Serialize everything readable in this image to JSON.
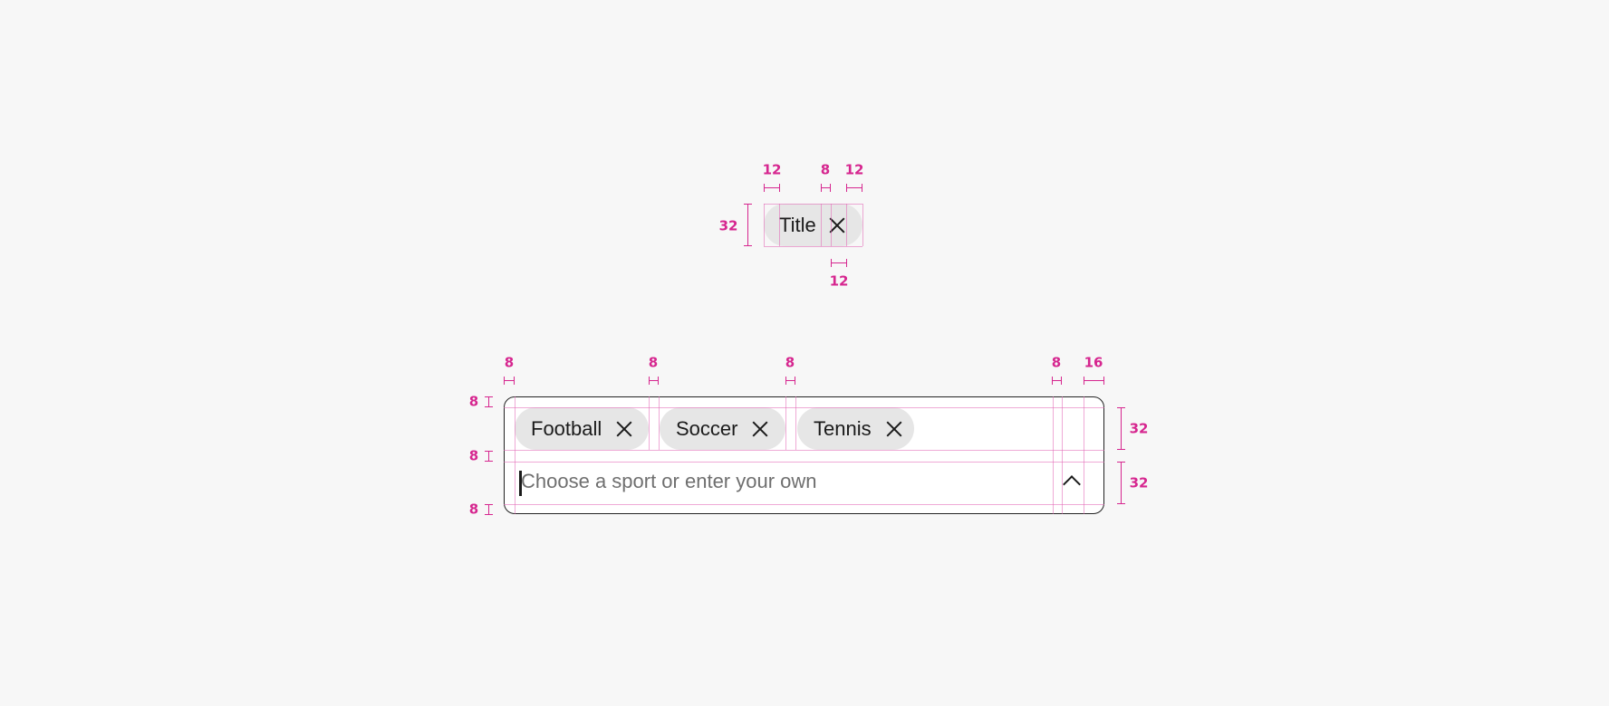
{
  "single_chip": {
    "label": "Title",
    "icon": "close-icon",
    "specs": {
      "height": "32",
      "padding_left": "12",
      "gap": "8",
      "padding_right": "12",
      "icon_size": "12"
    }
  },
  "multi_select": {
    "chips": [
      {
        "label": "Football",
        "icon": "close-icon"
      },
      {
        "label": "Soccer",
        "icon": "close-icon"
      },
      {
        "label": "Tennis",
        "icon": "close-icon"
      }
    ],
    "input": {
      "placeholder": "Choose a sport or enter your own",
      "trailing_icon": "chevron-up-icon"
    },
    "specs": {
      "left_padding": "8",
      "chip_gap_1": "8",
      "chip_gap_2": "8",
      "icon_gap": "8",
      "right_padding": "16",
      "top_padding": "8",
      "row_gap": "8",
      "bottom_padding": "8",
      "chip_row_height": "32",
      "input_row_height": "32"
    }
  },
  "colors": {
    "background": "#f7f7f7",
    "annotation": "#d6268f",
    "chip_bg": "#e6e6e6",
    "text": "#1b1b1b",
    "placeholder": "#6f6f6f",
    "border": "#222222"
  }
}
